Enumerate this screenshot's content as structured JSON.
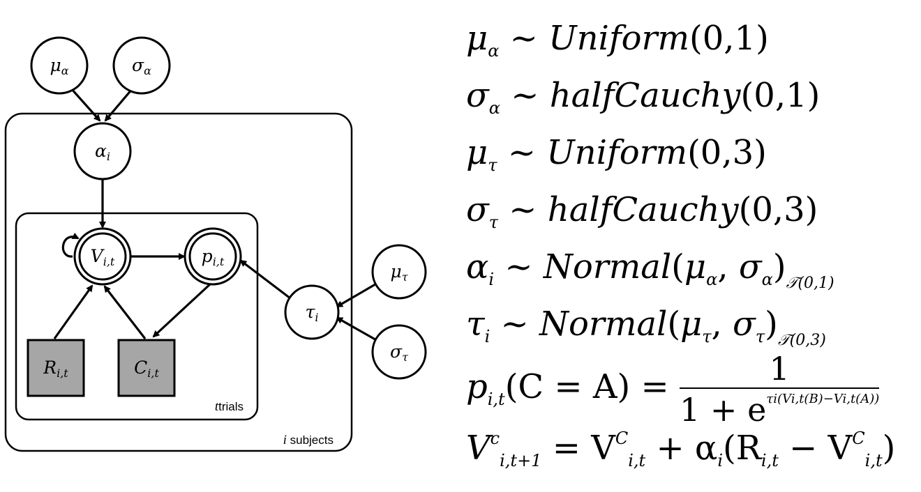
{
  "diagram": {
    "nodes": {
      "mu_alpha": {
        "symbol": "μ",
        "sub": "α"
      },
      "sigma_alpha": {
        "symbol": "σ",
        "sub": "α"
      },
      "alpha_i": {
        "symbol": "α",
        "sub": "i"
      },
      "V": {
        "symbol": "V",
        "sub": "i,t"
      },
      "p": {
        "symbol": "p",
        "sub": "i,t"
      },
      "R": {
        "symbol": "R",
        "sub": "i,t"
      },
      "C": {
        "symbol": "C",
        "sub": "i,t"
      },
      "tau_i": {
        "symbol": "τ",
        "sub": "i"
      },
      "mu_tau": {
        "symbol": "μ",
        "sub": "τ"
      },
      "sigma_tau": {
        "symbol": "σ",
        "sub": "τ"
      }
    },
    "plates": {
      "inner": {
        "var": "t",
        "label": "trials"
      },
      "outer": {
        "var": "i",
        "label": "subjects"
      }
    }
  },
  "equations": {
    "e1": {
      "var": "μ",
      "sub": "α",
      "dist": "Uniform",
      "args": "(0,1)"
    },
    "e2": {
      "var": "σ",
      "sub": "α",
      "dist": "halfCauchy",
      "args": "(0,1)"
    },
    "e3": {
      "var": "μ",
      "sub": "τ",
      "dist": "Uniform",
      "args": "(0,3)"
    },
    "e4": {
      "var": "σ",
      "sub": "τ",
      "dist": "halfCauchy",
      "args": "(0,3)"
    },
    "e5": {
      "var": "α",
      "sub": "i",
      "dist": "Normal",
      "arg1": "μ",
      "arg1sub": "α",
      "arg2": "σ",
      "arg2sub": "α",
      "trunc": "𝒯(0,1)"
    },
    "e6": {
      "var": "τ",
      "sub": "i",
      "dist": "Normal",
      "arg1": "μ",
      "arg1sub": "τ",
      "arg2": "σ",
      "arg2sub": "τ",
      "trunc": "𝒯(0,3)"
    },
    "e7": {
      "lhs": "p",
      "lhs_sub": "i,t",
      "lhs_arg": "(C = A) =",
      "numerator": "1",
      "denominator": "1 + e",
      "exponent": "τi(Vi,t(B)−Vi,t(A))"
    },
    "e8": {
      "lhs": "V",
      "lhs_sup": "c",
      "lhs_sub": "i,t+1",
      "rhs": "= V",
      "rhs_sup": "C",
      "rhs_sub": "i,t",
      "plus": "+ α",
      "plus_sub": "i",
      "paren_open": "(R",
      "paren_sub": "i,t",
      "minus": "− V",
      "minus_sup": "C",
      "minus_sub": "i,t",
      "paren_close": ")"
    }
  }
}
